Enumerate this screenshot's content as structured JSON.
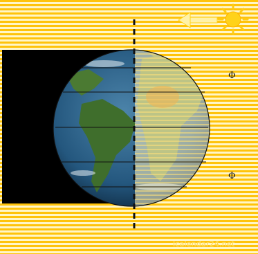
{
  "labels": {
    "phi_upper": "Φ",
    "phi_lower": "Φ"
  },
  "credit": "icalendar24.net",
  "colors": {
    "sunlight": "#ffc30a",
    "night": "#000000",
    "ocean": "#2a5f87",
    "land": "#4f7f33",
    "sun": "#ffd21a"
  },
  "icons": {
    "sun": "sun-icon",
    "arrow": "arrow-left-icon"
  }
}
